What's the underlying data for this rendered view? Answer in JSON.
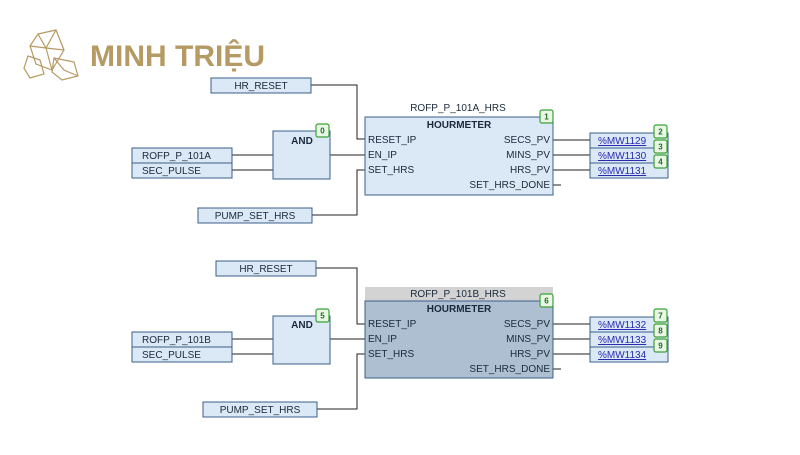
{
  "brand": {
    "name": "MINH TRIỆU",
    "color": "#b69a63"
  },
  "networks": [
    {
      "reset_var": "HR_RESET",
      "and_label": "AND",
      "and_index": "0",
      "in1": "ROFP_P_101A",
      "in2": "SEC_PULSE",
      "set_var": "PUMP_SET_HRS",
      "instance": "ROFP_P_101A_HRS",
      "block_type": "HOURMETER",
      "block_index": "1",
      "inputs": [
        "RESET_IP",
        "EN_IP",
        "SET_HRS"
      ],
      "outputs": [
        "SECS_PV",
        "MINS_PV",
        "HRS_PV",
        "SET_HRS_DONE"
      ],
      "out_vars": [
        "%MW1129",
        "%MW1130",
        "%MW1131"
      ],
      "out_indices": [
        "2",
        "3",
        "4"
      ]
    },
    {
      "reset_var": "HR_RESET",
      "and_label": "AND",
      "and_index": "5",
      "in1": "ROFP_P_101B",
      "in2": "SEC_PULSE",
      "set_var": "PUMP_SET_HRS",
      "instance": "ROFP_P_101B_HRS",
      "block_type": "HOURMETER",
      "block_index": "6",
      "inputs": [
        "RESET_IP",
        "EN_IP",
        "SET_HRS"
      ],
      "outputs": [
        "SECS_PV",
        "MINS_PV",
        "HRS_PV",
        "SET_HRS_DONE"
      ],
      "out_vars": [
        "%MW1132",
        "%MW1133",
        "%MW1134"
      ],
      "out_indices": [
        "7",
        "8",
        "9"
      ]
    }
  ]
}
